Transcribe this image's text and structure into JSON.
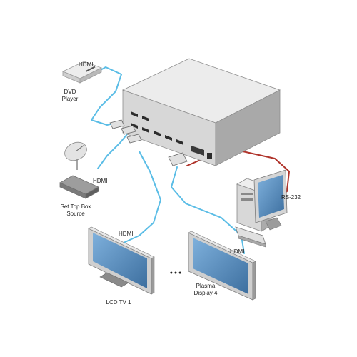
{
  "labels": {
    "hdmi_dvd": "HDMI",
    "dvd_player": [
      "DVD",
      "Player"
    ],
    "hdmi_stb": "HDMI",
    "set_top_box": [
      "Set Top Box",
      "Source"
    ],
    "hdmi_lcd": "HDMI",
    "lcd_tv": "LCD TV 1",
    "ellipsis": "● ● ●",
    "hdmi_plasma": "HDMI",
    "plasma_display": [
      "Plasma",
      "Display 4"
    ],
    "rs232": "RS-232"
  },
  "colors": {
    "hdmi_cable": "#5bbde6",
    "rs232_cable": "#b0342b",
    "device_body": "#e6e6e6",
    "screen": "#5a8fc2"
  }
}
